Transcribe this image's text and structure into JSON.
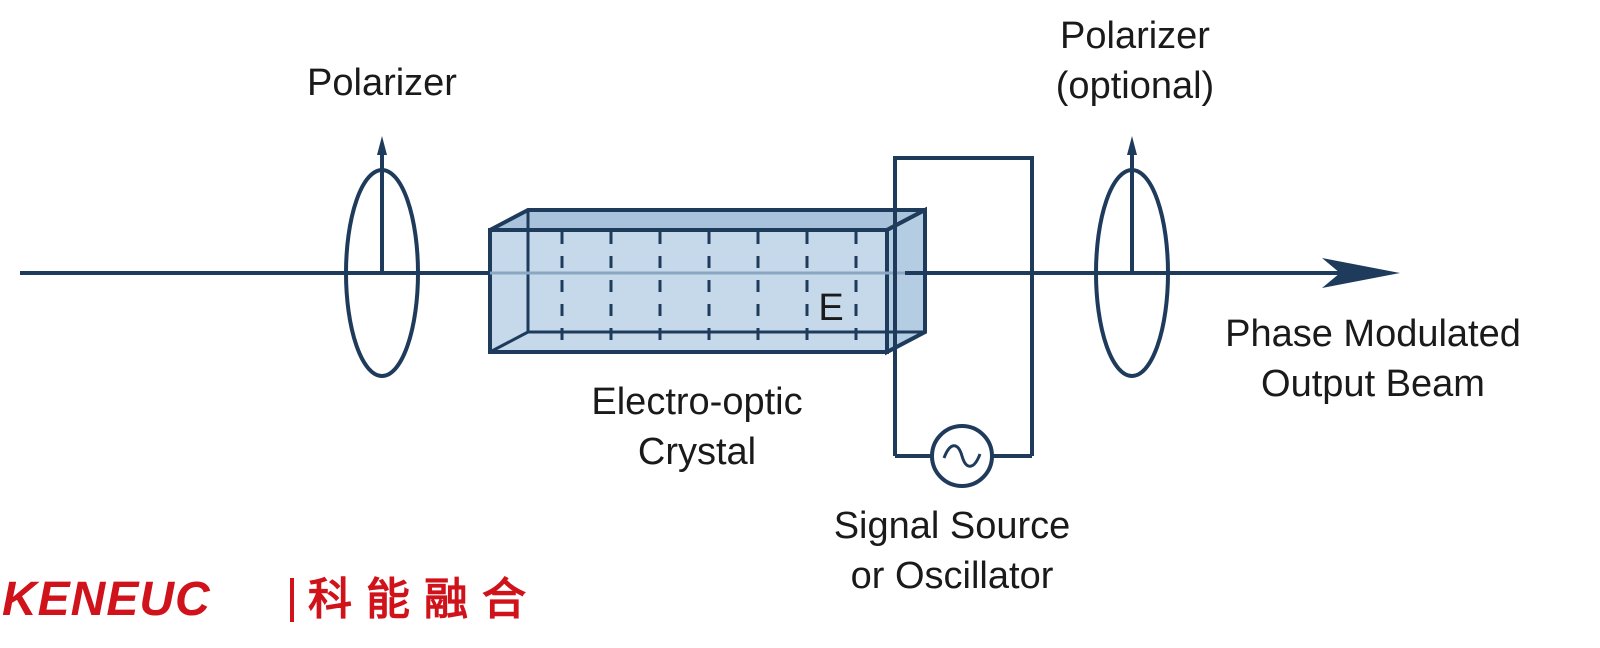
{
  "labels": {
    "input_polarizer": "Polarizer",
    "output_polarizer_line1": "Polarizer",
    "output_polarizer_line2": "(optional)",
    "crystal_line1": "Electro-optic",
    "crystal_line2": "Crystal",
    "field_symbol": "E",
    "source_line1": "Signal Source",
    "source_line2": "or Oscillator",
    "output_line1": "Phase Modulated",
    "output_line2": "Output Beam"
  },
  "logo": {
    "latin": "KENEUC",
    "cjk": "科能融合"
  },
  "colors": {
    "stroke": "#1f3b5c",
    "crystal_fill": "#c6d9ea",
    "crystal_top": "#a9c3dc",
    "logo_red": "#d0121b",
    "text": "#1a1a1a"
  },
  "icons": {
    "oscillator": "sine-wave-icon",
    "arrow": "arrowhead-icon"
  }
}
